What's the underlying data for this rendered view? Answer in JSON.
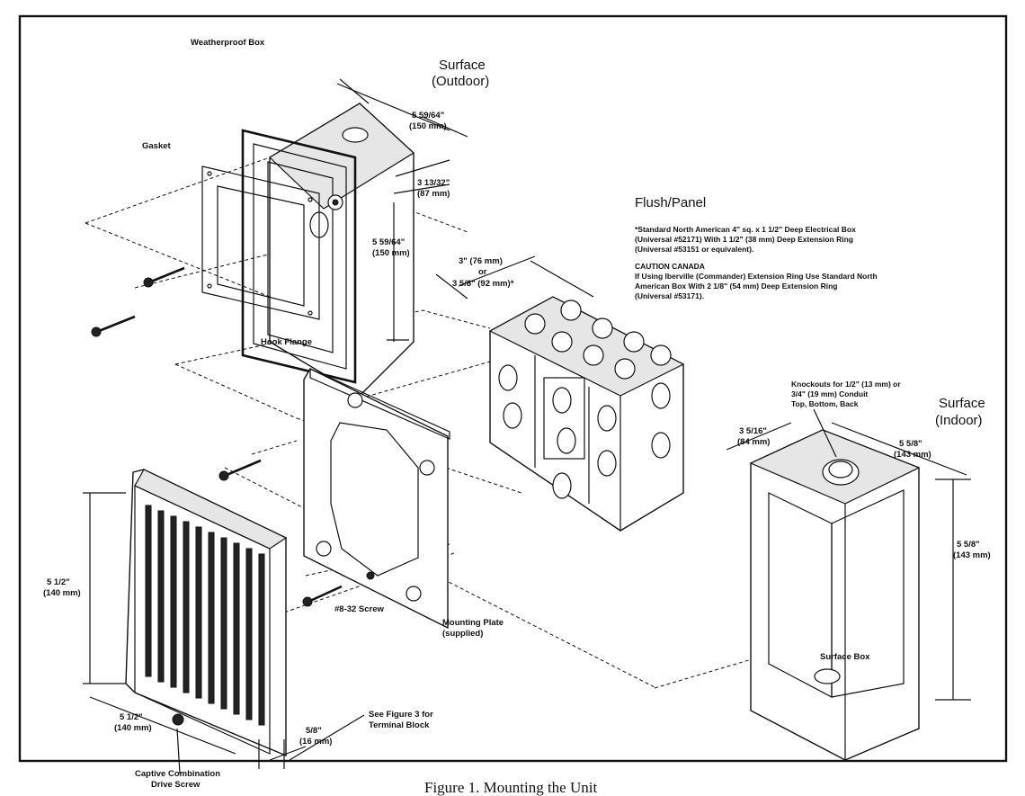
{
  "figure": {
    "caption": "Figure 1. Mounting the Unit",
    "callouts": {
      "weatherproof_box": "Weatherproof Box",
      "surface_outdoor_1": "Surface",
      "surface_outdoor_2": "(Outdoor)",
      "gasket": "Gasket",
      "dim_outdoor_width_1": "5 59/64\"",
      "dim_outdoor_width_2": "(150 mm)",
      "dim_outdoor_depth_1": "3 13/32\"",
      "dim_outdoor_depth_2": "(87 mm)",
      "dim_outdoor_height_1": "5 59/64\"",
      "dim_outdoor_height_2": "(150 mm)",
      "flush_panel": "Flush/Panel",
      "note_1": "*Standard North American 4\" sq. x 1 1/2\" Deep Electrical Box",
      "note_2": "(Universal #52171) With 1 1/2\" (38 mm) Deep Extension Ring",
      "note_3": "(Universal #53151 or equivalent).",
      "caution_title": "CAUTION CANADA",
      "caution_1": "If Using Iberville (Commander) Extension Ring Use Standard North",
      "caution_2": "American Box With 2 1/8\" (54 mm) Deep Extension Ring",
      "caution_3": "(Universal #53171).",
      "dim_flush_1": "3\" (76 mm)",
      "dim_flush_2": "or",
      "dim_flush_3": "3 5/8\" (92 mm)*",
      "hook_flange": "Hook Flange",
      "knockouts_1": "Knockouts for 1/2\" (13 mm) or",
      "knockouts_2": "3/4\" (19 mm) Conduit",
      "knockouts_3": "Top, Bottom, Back",
      "surface_indoor_1": "Surface",
      "surface_indoor_2": "(Indoor)",
      "dim_indoor_depth_1": "3 5/16\"",
      "dim_indoor_depth_2": "(84 mm)",
      "dim_indoor_width_1": "5 5/8\"",
      "dim_indoor_width_2": "(143 mm)",
      "dim_indoor_height_1": "5 5/8\"",
      "dim_indoor_height_2": "(143 mm)",
      "dim_grille_height_1": "5 1/2\"",
      "dim_grille_height_2": "(140 mm)",
      "dim_grille_width_1": "5 1/2\"",
      "dim_grille_width_2": "(140 mm)",
      "dim_grille_depth_1": "5/8\"",
      "dim_grille_depth_2": "(16 mm)",
      "screw": "#8-32 Screw",
      "mounting_plate_1": "Mounting Plate",
      "mounting_plate_2": "(supplied)",
      "see_figure_1": "See Figure 3 for",
      "see_figure_2": "Terminal Block",
      "captive_1": "Captive Combination",
      "captive_2": "Drive Screw",
      "surface_box": "Surface Box"
    }
  }
}
